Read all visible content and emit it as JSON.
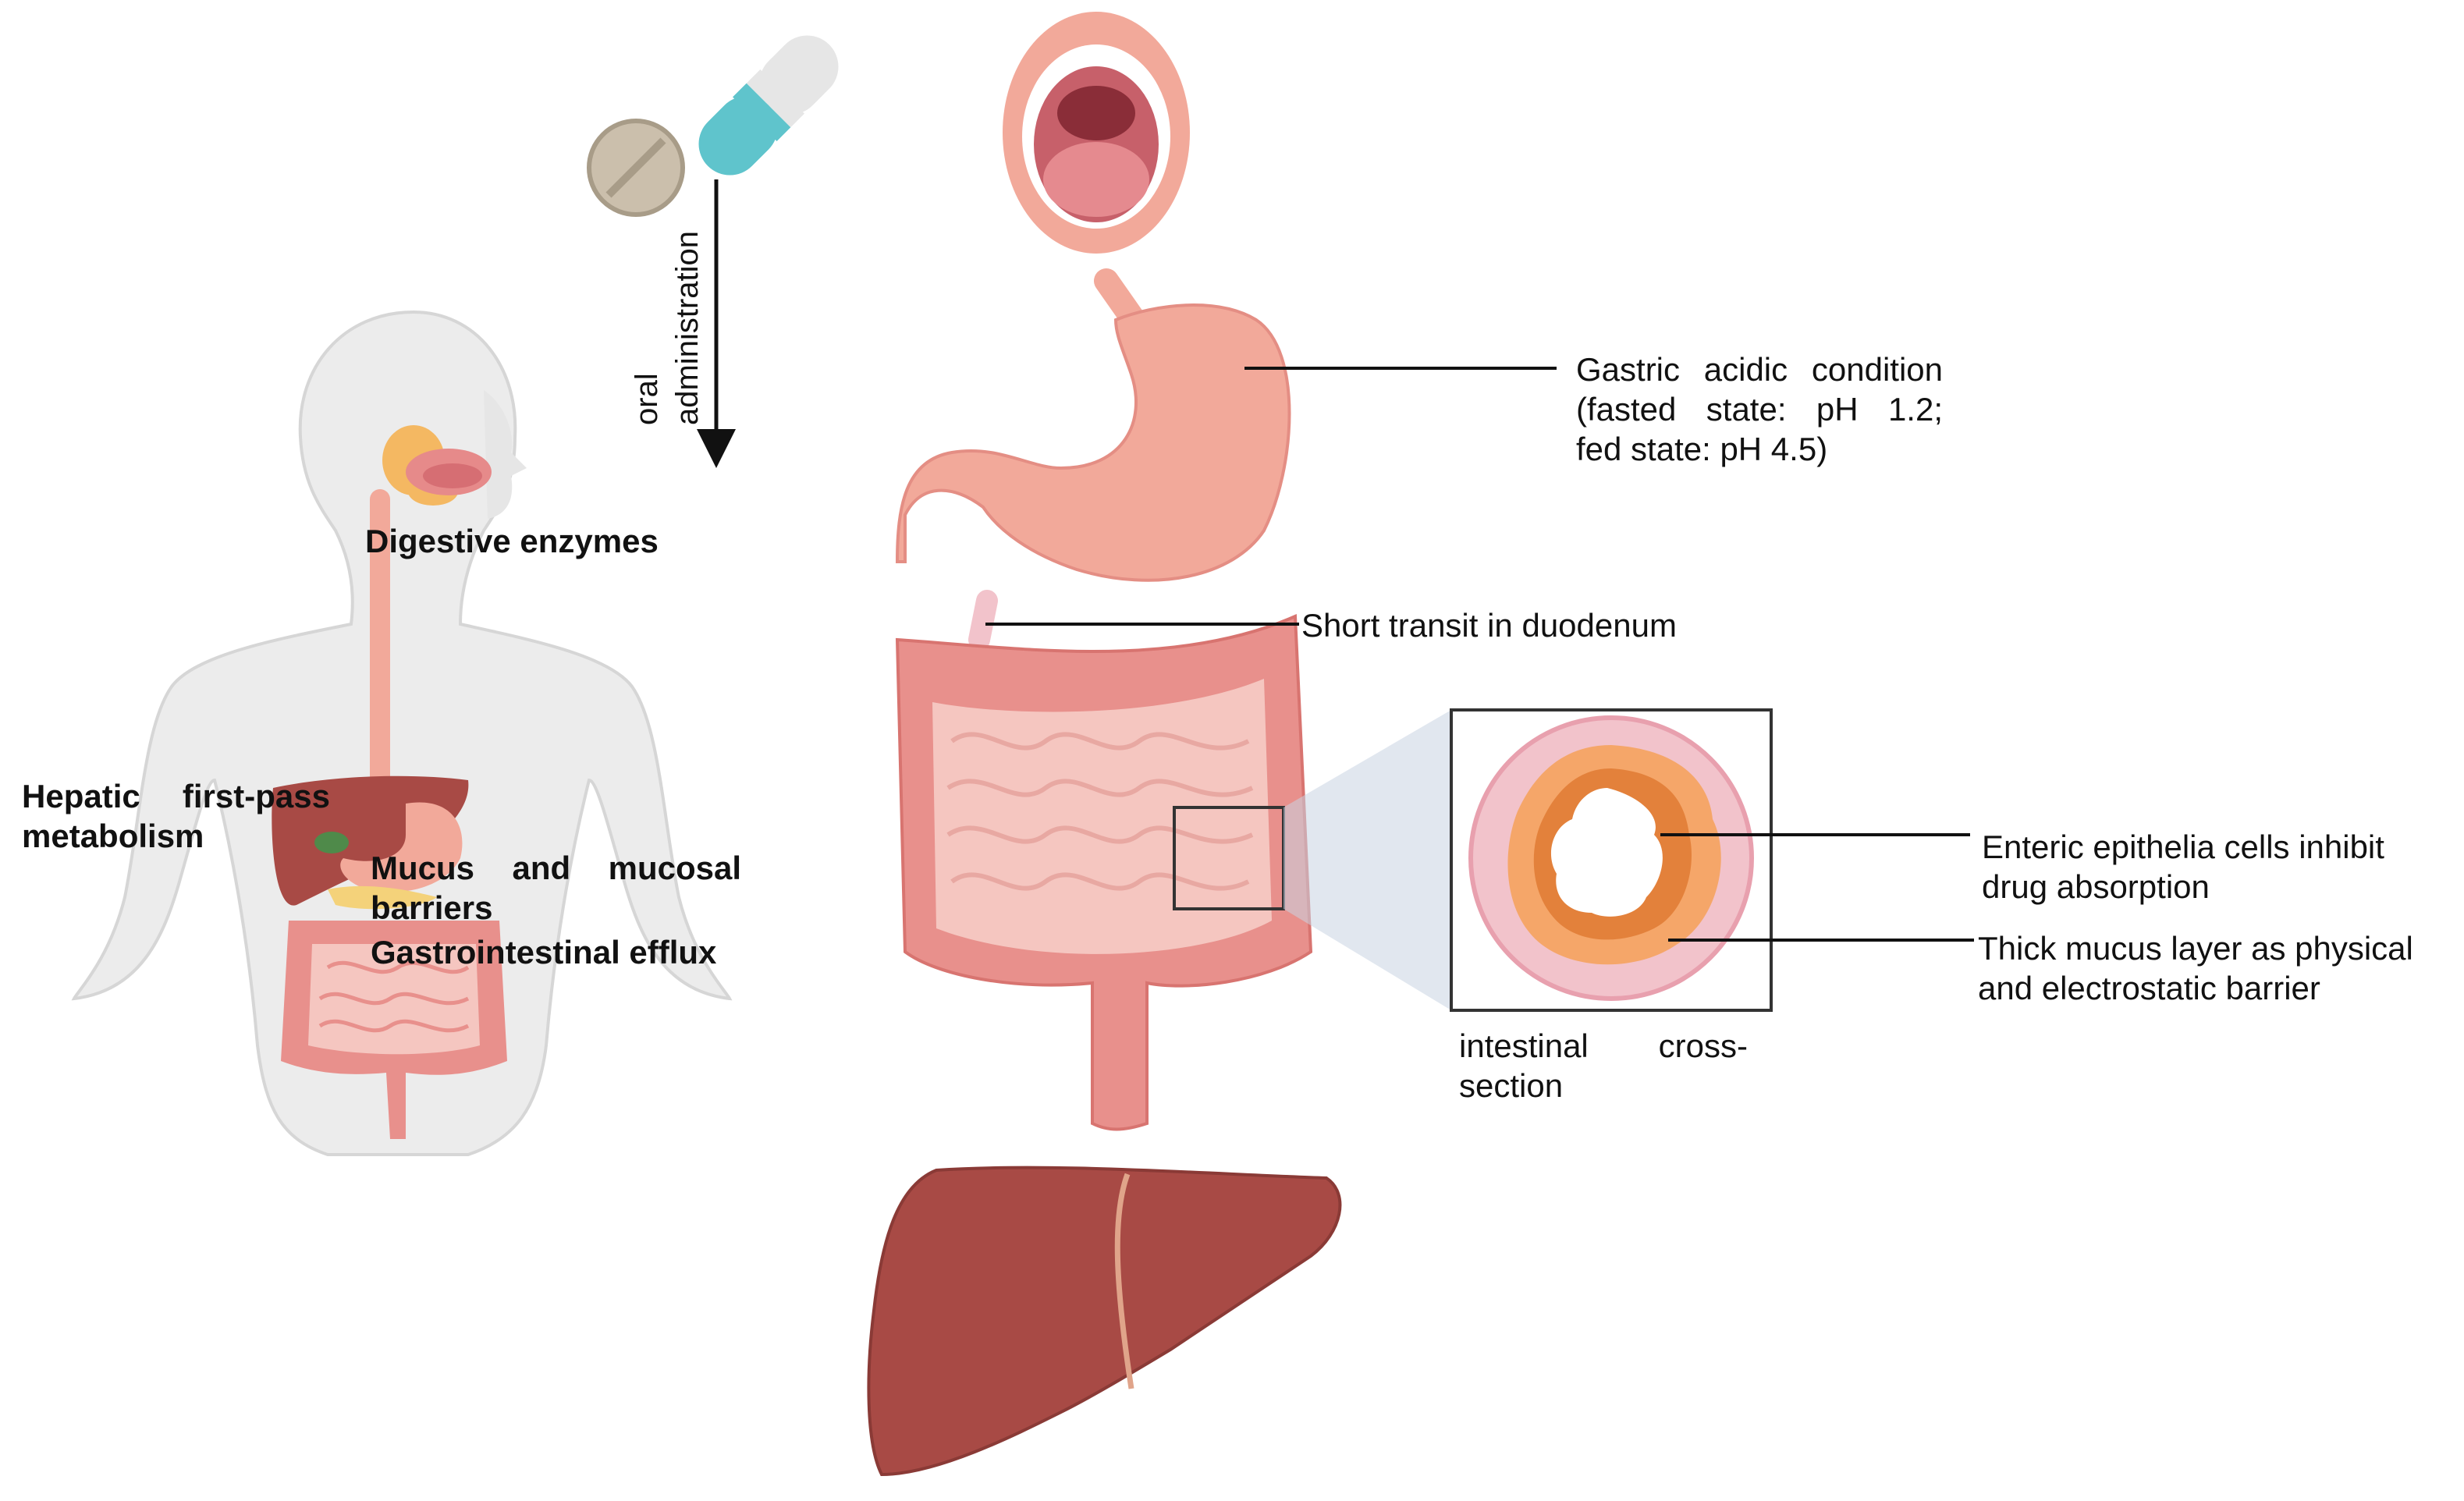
{
  "labels": {
    "digestive_enzymes": "Digestive enzymes",
    "hepatic_line1": "Hepatic first-pass",
    "hepatic_line2": "metabolism",
    "mucus_line1": "Mucus and mucosal",
    "mucus_line2": "barriers",
    "gi_efflux": "Gastrointestinal efflux",
    "oral_line1": "oral",
    "oral_line2": "administration",
    "gastric_line1": "Gastric acidic condition",
    "gastric_line2": "(fasted state: pH 1.2;",
    "gastric_line3": "fed state: pH 4.5)",
    "duodenum": "Short transit in duodenum",
    "enteric_line1": "Enteric epithelia cells inhibit",
    "enteric_line2": "drug absorption",
    "mucus_layer_line1": "Thick mucus layer as physical",
    "mucus_layer_line2": "and electrostatic barrier",
    "cross_line1": "intestinal cross-",
    "cross_line2": "section"
  },
  "colors": {
    "body_silhouette": "#ececec",
    "stomach": "#f2a99a",
    "intestine_small": "#f5c6c0",
    "intestine_large": "#e8908c",
    "liver": "#a84a45",
    "capsule_teal": "#5fc4cc",
    "capsule_white": "#e6e6e6",
    "tablet": "#cbbfac",
    "mucus_orange": "#e59a58",
    "tissue_pink": "#f2c3cb",
    "leader_line": "#111111"
  }
}
